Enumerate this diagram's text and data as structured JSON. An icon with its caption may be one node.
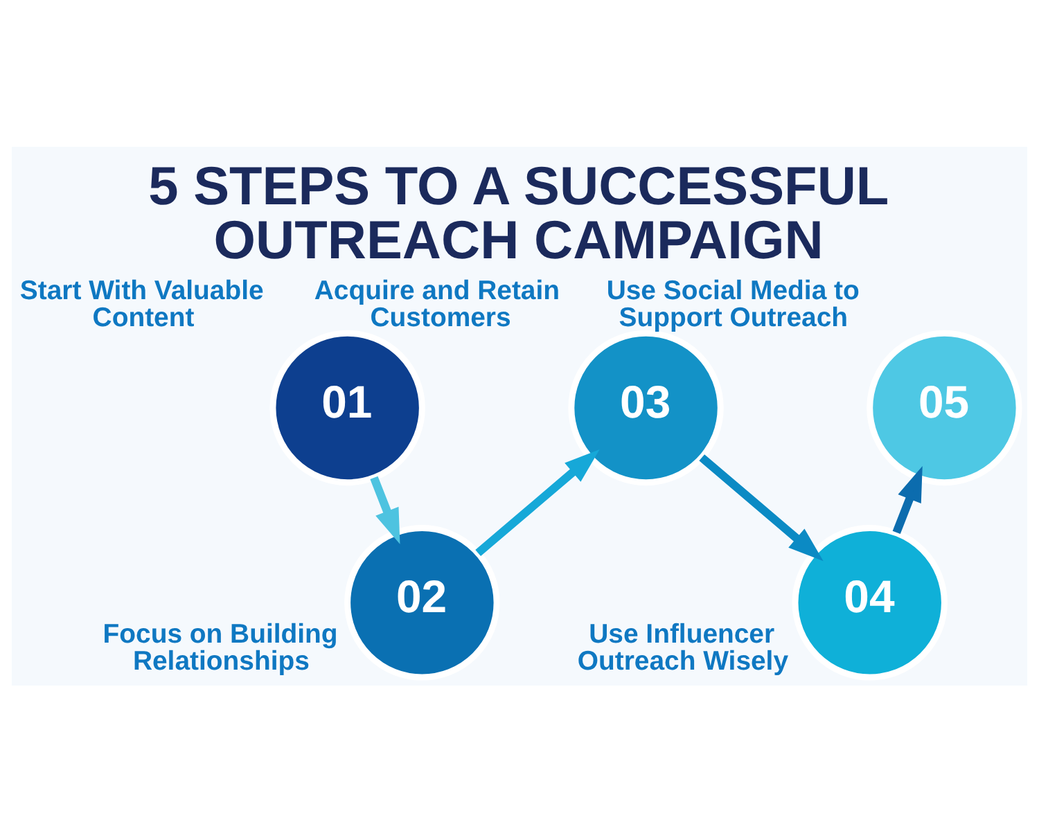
{
  "diagram": {
    "title": "5 STEPS TO A SUCCESSFUL OUTREACH CAMPAIGN",
    "nodes": [
      {
        "text": [
          "01"
        ],
        "beside": [
          "Start With Valuable Content"
        ]
      },
      {
        "text": [
          "02"
        ],
        "beside": [
          "Focus on Building Relationships"
        ]
      },
      {
        "text": [
          "03"
        ],
        "beside": [
          "Acquire and Retain Customers"
        ]
      },
      {
        "text": [
          "04"
        ],
        "beside": [
          "Use Influencer Outreach Wisely"
        ]
      },
      {
        "text": [
          "05"
        ],
        "beside": [
          "Use Social Media to Support Outreach"
        ]
      }
    ],
    "edges": [
      {
        "from": 0,
        "to": 1,
        "arrow": "to",
        "color": "#4ec3e0"
      },
      {
        "from": 1,
        "to": 2,
        "arrow": "to",
        "color": "#16a8d8"
      },
      {
        "from": 2,
        "to": 3,
        "arrow": "to",
        "color": "#0b8ac4"
      },
      {
        "from": 3,
        "to": 4,
        "arrow": "to",
        "color": "#0c6cae"
      }
    ]
  }
}
